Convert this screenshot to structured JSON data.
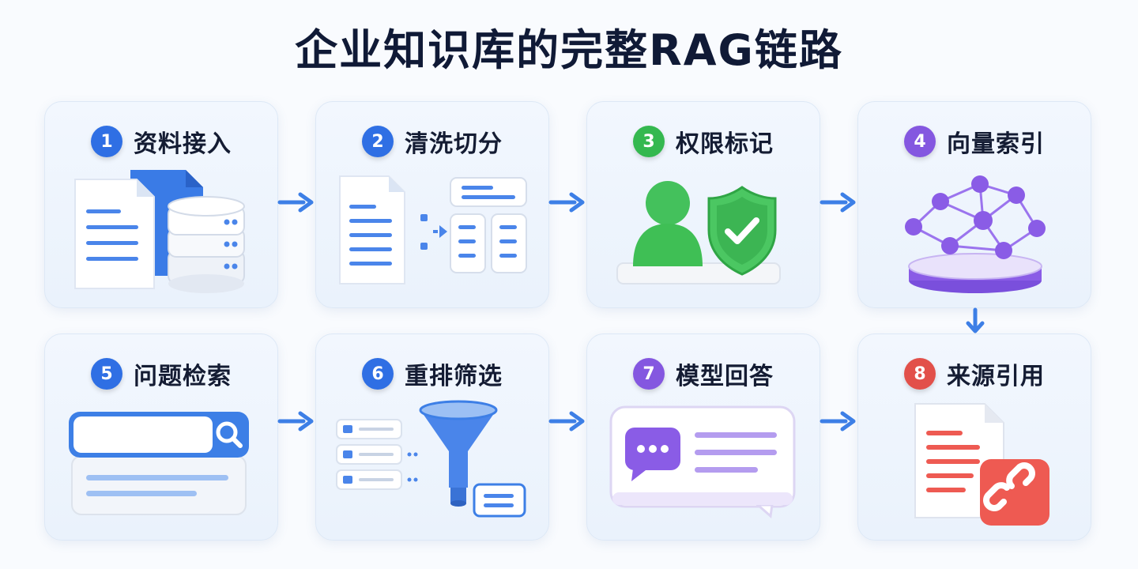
{
  "title": "企业知识库的完整RAG链路",
  "steps": [
    {
      "num": "1",
      "label": "资料接入",
      "color": "#2f6fe4"
    },
    {
      "num": "2",
      "label": "清洗切分",
      "color": "#2f6fe4"
    },
    {
      "num": "3",
      "label": "权限标记",
      "color": "#34b84f"
    },
    {
      "num": "4",
      "label": "向量索引",
      "color": "#8457e0"
    },
    {
      "num": "5",
      "label": "问题检索",
      "color": "#2f6fe4"
    },
    {
      "num": "6",
      "label": "重排筛选",
      "color": "#2f6fe4"
    },
    {
      "num": "7",
      "label": "模型回答",
      "color": "#8457e0"
    },
    {
      "num": "8",
      "label": "来源引用",
      "color": "#e2504a"
    }
  ],
  "colors": {
    "arrow": "#3d7fe6",
    "blue": "#3d7fe6",
    "green": "#3fbf55",
    "purple": "#8a5ce6",
    "red": "#ee5a52"
  }
}
